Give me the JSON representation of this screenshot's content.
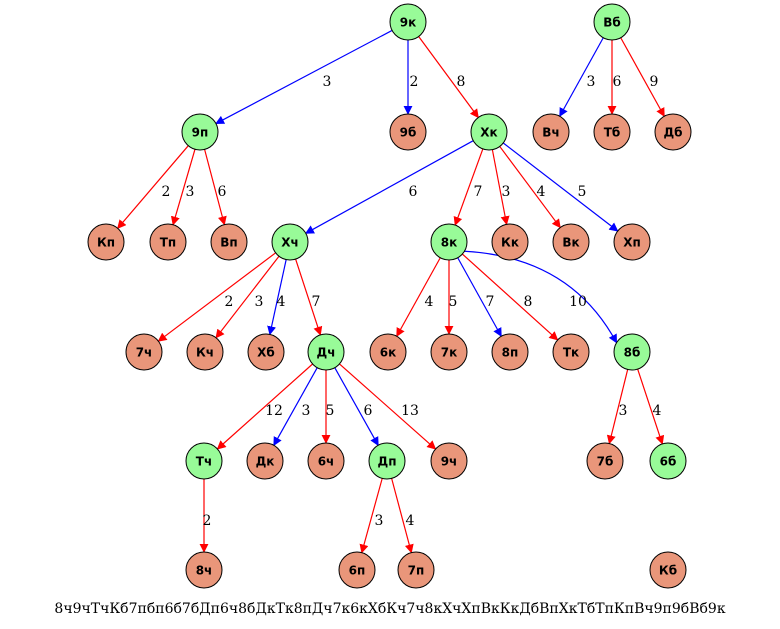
{
  "colors": {
    "internal_fill": "#98fb98",
    "leaf_fill": "#e9967a",
    "stroke": "#000000",
    "edge_red": "#ff0000",
    "edge_blue": "#0000ff"
  },
  "caption": "8ч9чТчКб7пбп6б7бДп6ч8бДкТк8пДч7к6кХбКч7ч8кХчХпВкКкДбВпХкТбТпКпВч9п9бВб9к",
  "nodes": [
    {
      "id": "9k",
      "label": "9к",
      "kind": "internal"
    },
    {
      "id": "Vb",
      "label": "Вб",
      "kind": "internal"
    },
    {
      "id": "9p",
      "label": "9п",
      "kind": "internal"
    },
    {
      "id": "9b",
      "label": "9б",
      "kind": "leaf"
    },
    {
      "id": "Xk",
      "label": "Хк",
      "kind": "internal"
    },
    {
      "id": "Vch",
      "label": "Вч",
      "kind": "leaf"
    },
    {
      "id": "Tb",
      "label": "Тб",
      "kind": "leaf"
    },
    {
      "id": "Db",
      "label": "Дб",
      "kind": "leaf"
    },
    {
      "id": "Kp",
      "label": "Кп",
      "kind": "leaf"
    },
    {
      "id": "Tp",
      "label": "Тп",
      "kind": "leaf"
    },
    {
      "id": "Vp",
      "label": "Вп",
      "kind": "leaf"
    },
    {
      "id": "Xch",
      "label": "Хч",
      "kind": "internal"
    },
    {
      "id": "8k",
      "label": "8к",
      "kind": "internal"
    },
    {
      "id": "Kk",
      "label": "Кк",
      "kind": "leaf"
    },
    {
      "id": "Vk",
      "label": "Вк",
      "kind": "leaf"
    },
    {
      "id": "Xp",
      "label": "Хп",
      "kind": "leaf"
    },
    {
      "id": "7ch",
      "label": "7ч",
      "kind": "leaf"
    },
    {
      "id": "Kch",
      "label": "Кч",
      "kind": "leaf"
    },
    {
      "id": "Xb",
      "label": "Хб",
      "kind": "leaf"
    },
    {
      "id": "Dch",
      "label": "Дч",
      "kind": "internal"
    },
    {
      "id": "6k",
      "label": "6к",
      "kind": "leaf"
    },
    {
      "id": "7k",
      "label": "7к",
      "kind": "leaf"
    },
    {
      "id": "8p",
      "label": "8п",
      "kind": "leaf"
    },
    {
      "id": "Tk",
      "label": "Тк",
      "kind": "leaf"
    },
    {
      "id": "8b",
      "label": "8б",
      "kind": "internal"
    },
    {
      "id": "Tch",
      "label": "Тч",
      "kind": "internal"
    },
    {
      "id": "Dk",
      "label": "Дк",
      "kind": "leaf"
    },
    {
      "id": "6ch",
      "label": "6ч",
      "kind": "leaf"
    },
    {
      "id": "Dp",
      "label": "Дп",
      "kind": "internal"
    },
    {
      "id": "9ch",
      "label": "9ч",
      "kind": "leaf"
    },
    {
      "id": "7b",
      "label": "7б",
      "kind": "leaf"
    },
    {
      "id": "6b",
      "label": "6б",
      "kind": "internal"
    },
    {
      "id": "8ch",
      "label": "8ч",
      "kind": "leaf"
    },
    {
      "id": "6p",
      "label": "6п",
      "kind": "leaf"
    },
    {
      "id": "7p",
      "label": "7п",
      "kind": "leaf"
    },
    {
      "id": "Kb",
      "label": "Кб",
      "kind": "leaf"
    }
  ],
  "edges": [
    {
      "from": "9k",
      "to": "9p",
      "label": "3",
      "color": "blue"
    },
    {
      "from": "9k",
      "to": "9b",
      "label": "2",
      "color": "blue"
    },
    {
      "from": "9k",
      "to": "Xk",
      "label": "8",
      "color": "red"
    },
    {
      "from": "Vb",
      "to": "Vch",
      "label": "3",
      "color": "blue"
    },
    {
      "from": "Vb",
      "to": "Tb",
      "label": "6",
      "color": "red"
    },
    {
      "from": "Vb",
      "to": "Db",
      "label": "9",
      "color": "red"
    },
    {
      "from": "9p",
      "to": "Kp",
      "label": "2",
      "color": "red"
    },
    {
      "from": "9p",
      "to": "Tp",
      "label": "3",
      "color": "red"
    },
    {
      "from": "9p",
      "to": "Vp",
      "label": "6",
      "color": "red"
    },
    {
      "from": "Xk",
      "to": "Xch",
      "label": "6",
      "color": "blue"
    },
    {
      "from": "Xk",
      "to": "8k",
      "label": "7",
      "color": "red"
    },
    {
      "from": "Xk",
      "to": "Kk",
      "label": "3",
      "color": "red"
    },
    {
      "from": "Xk",
      "to": "Vk",
      "label": "4",
      "color": "red"
    },
    {
      "from": "Xk",
      "to": "Xp",
      "label": "5",
      "color": "blue"
    },
    {
      "from": "Xch",
      "to": "7ch",
      "label": "2",
      "color": "red"
    },
    {
      "from": "Xch",
      "to": "Kch",
      "label": "3",
      "color": "red"
    },
    {
      "from": "Xch",
      "to": "Xb",
      "label": "4",
      "color": "blue"
    },
    {
      "from": "Xch",
      "to": "Dch",
      "label": "7",
      "color": "red"
    },
    {
      "from": "8k",
      "to": "6k",
      "label": "4",
      "color": "red"
    },
    {
      "from": "8k",
      "to": "7k",
      "label": "5",
      "color": "red"
    },
    {
      "from": "8k",
      "to": "8p",
      "label": "7",
      "color": "blue"
    },
    {
      "from": "8k",
      "to": "Tk",
      "label": "8",
      "color": "red"
    },
    {
      "from": "8k",
      "to": "8b",
      "label": "10",
      "color": "blue"
    },
    {
      "from": "Dch",
      "to": "Tch",
      "label": "12",
      "color": "red"
    },
    {
      "from": "Dch",
      "to": "Dk",
      "label": "3",
      "color": "blue"
    },
    {
      "from": "Dch",
      "to": "6ch",
      "label": "5",
      "color": "red"
    },
    {
      "from": "Dch",
      "to": "Dp",
      "label": "6",
      "color": "blue"
    },
    {
      "from": "Dch",
      "to": "9ch",
      "label": "13",
      "color": "red"
    },
    {
      "from": "8b",
      "to": "7b",
      "label": "3",
      "color": "red"
    },
    {
      "from": "8b",
      "to": "6b",
      "label": "4",
      "color": "red"
    },
    {
      "from": "Tch",
      "to": "8ch",
      "label": "2",
      "color": "red"
    },
    {
      "from": "Dp",
      "to": "6p",
      "label": "3",
      "color": "red"
    },
    {
      "from": "Dp",
      "to": "7p",
      "label": "4",
      "color": "red"
    }
  ]
}
